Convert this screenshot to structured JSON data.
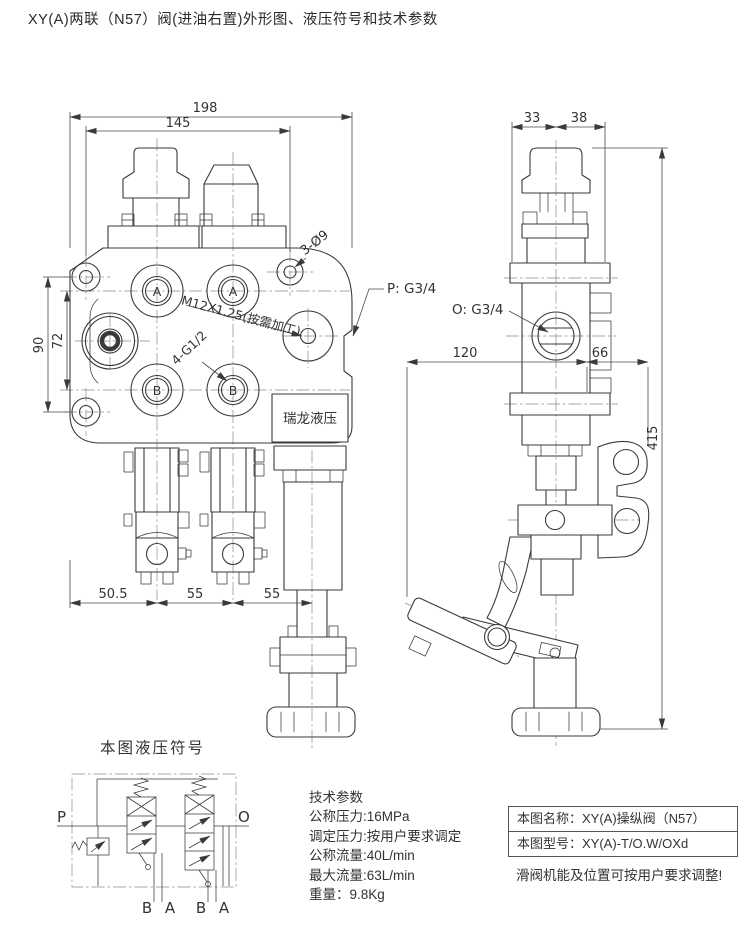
{
  "title": "XY(A)两联（N57）阀(进油右置)外形图、液压符号和技术参数",
  "front_view": {
    "dim_198": "198",
    "dim_145": "145",
    "dim_90": "90",
    "dim_72": "72",
    "dim_50_5": "50.5",
    "dim_55a": "55",
    "dim_55b": "55",
    "label_3_d9": "3-Ø9",
    "label_thread": "M12X1.25(按需加工)",
    "label_4_g12": "4-G1/2",
    "label_p_port": "P: G3/4",
    "brand": "瑞龙液压",
    "port_a": "A",
    "port_b": "B"
  },
  "side_view": {
    "dim_33": "33",
    "dim_38": "38",
    "dim_120": "120",
    "dim_66": "66",
    "dim_415": "415",
    "label_o_port": "O: G3/4"
  },
  "schematic": {
    "heading": "本图液压符号",
    "label_p": "P",
    "label_o": "O",
    "label_b1": "B",
    "label_a1": "A",
    "label_b2": "B",
    "label_a2": "A"
  },
  "tech_params": {
    "heading": "技术参数",
    "lines": [
      "公称压力:16MPa",
      "调定压力:按用户要求调定",
      "公称流量:40L/min",
      "最大流量:63L/min",
      "重量：9.8Kg"
    ]
  },
  "info_box": {
    "name_line": "本图名称：XY(A)操纵阀（N57）",
    "model_line": "本图型号：XY(A)-T/O.W/OXd",
    "note": "滑阀机能及位置可按用户要求调整!"
  },
  "colors": {
    "line": "#3a3a3a",
    "dim": "#4a4a4a",
    "background": "#ffffff"
  }
}
